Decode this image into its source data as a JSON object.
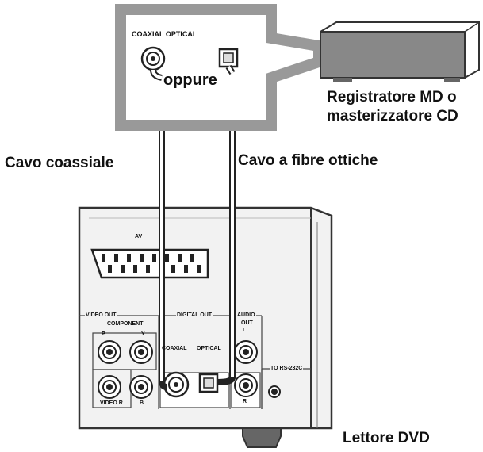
{
  "labels": {
    "callout_header": "COAXIAL OPTICAL",
    "or_text": "oppure",
    "recorder_line1": "Registratore MD o",
    "recorder_line2": "masterizzatore CD",
    "coax_cable": "Cavo coassiale",
    "optical_cable": "Cavo a fibre ottiche",
    "dvd_player": "Lettore DVD"
  },
  "panel": {
    "av": "AV",
    "video_out": "VIDEO OUT",
    "component": "COMPONENT",
    "pr": "P",
    "y": "Y",
    "digital_out": "DIGITAL OUT",
    "coaxial": "COAXIAL",
    "optical": "OPTICAL",
    "audio": "AUDIO",
    "out": "OUT",
    "l": "L",
    "r": "R",
    "to_rs": "TO RS-232C",
    "video_r": "VIDEO R",
    "pb_b": "B"
  }
}
